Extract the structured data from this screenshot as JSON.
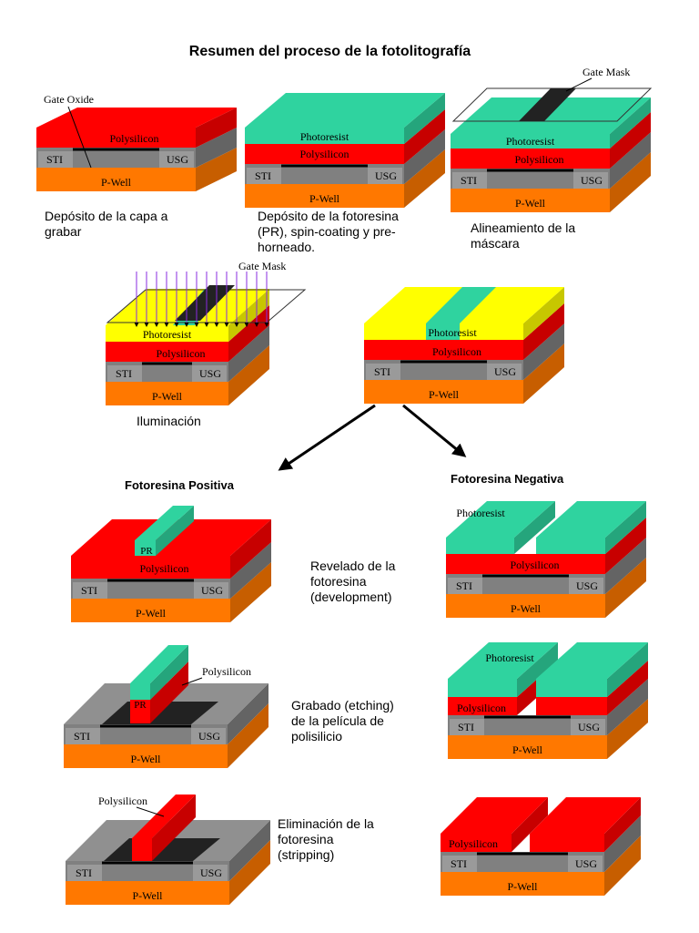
{
  "title": "Resumen del proceso de la fotolitografía",
  "labels": {
    "gate_oxide": "Gate Oxide",
    "polysilicon": "Polysilicon",
    "photoresist": "Photoresist",
    "sti": "STI",
    "usg": "USG",
    "pwell": "P-Well",
    "gate_mask": "Gate Mask",
    "pr": "PR"
  },
  "captions": {
    "step1": "Depósito de la capa a\ngrabar",
    "step2": "Depósito de la fotoresina\n(PR), spin-coating y pre-\nhorneado.",
    "step3": "Alineamiento de la\nmáscara",
    "step4": "Iluminación",
    "development": "Revelado de la\nfotoresina\n(development)",
    "etching": "Grabado (etching)\nde la película de\npolisilicio",
    "stripping": "Eliminación de la\nfotoresina\n(stripping)"
  },
  "headings": {
    "positive": "Fotoresina Positiva",
    "negative": "Fotoresina Negativa"
  },
  "colors": {
    "polysilicon": "#ff0000",
    "photoresist": "#2fd39f",
    "exposed_resist": "#ffff00",
    "pwell": "#ff7800",
    "sti": "#808080",
    "oxide": "#000000"
  }
}
